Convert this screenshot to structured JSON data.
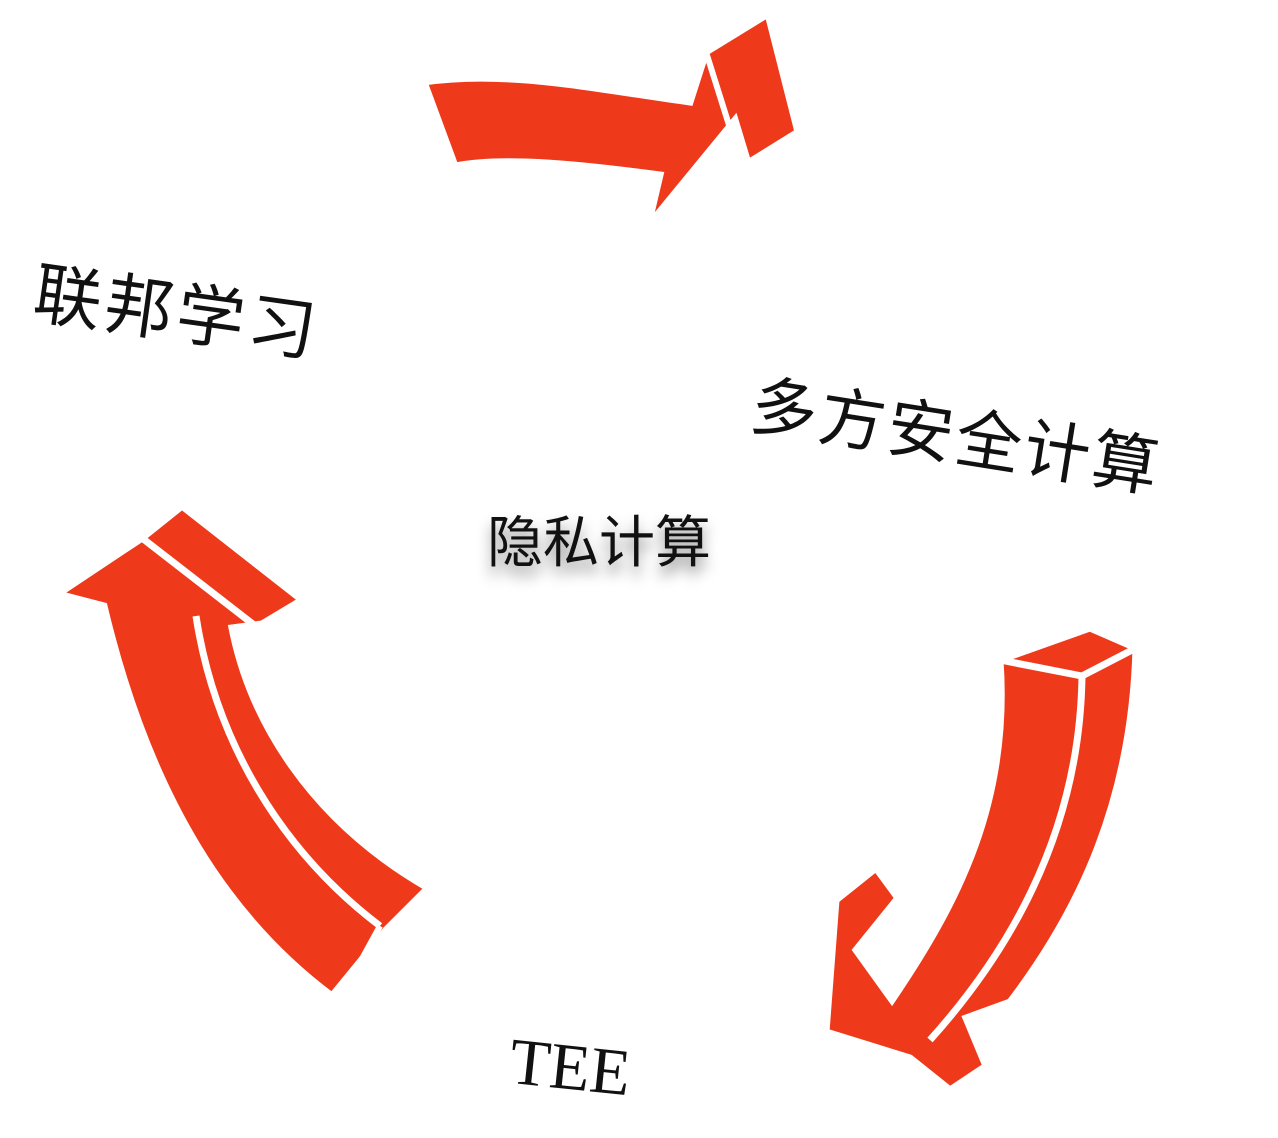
{
  "diagram": {
    "center_label": "隐私计算",
    "nodes": [
      {
        "id": "fl",
        "label": "联邦学习"
      },
      {
        "id": "mpc",
        "label": "多方安全计算"
      },
      {
        "id": "tee",
        "label": "TEE"
      }
    ],
    "arrows": [
      {
        "from": "fl",
        "to": "mpc"
      },
      {
        "from": "mpc",
        "to": "tee"
      },
      {
        "from": "tee",
        "to": "fl"
      }
    ],
    "colors": {
      "arrow_fill": "#ee3a1b",
      "arrow_outline": "#ffffff",
      "text": "#111111",
      "background": "#ffffff"
    }
  }
}
